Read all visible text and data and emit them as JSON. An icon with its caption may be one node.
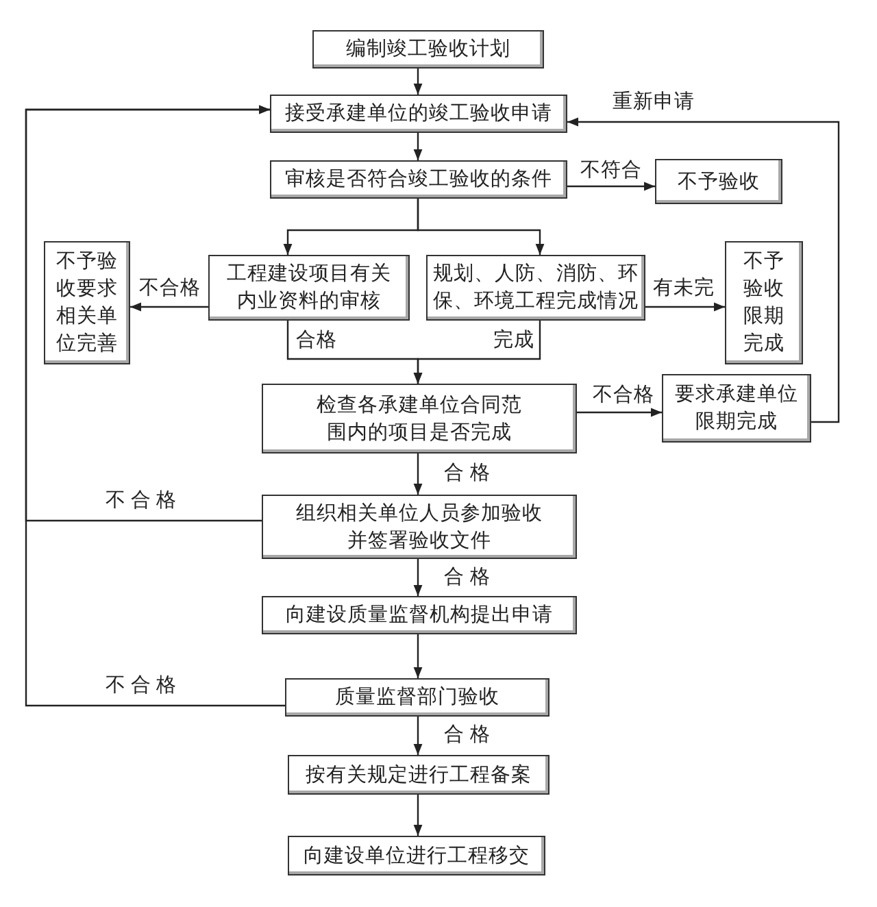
{
  "diagram": {
    "nodes": [
      {
        "text": [
          "编制竣工验收计划"
        ]
      },
      {
        "text": [
          "接受承建单位的竣工验收申请"
        ]
      },
      {
        "text": [
          "审核是否符合竣工验收的条件"
        ]
      },
      {
        "text": [
          "不予验收"
        ]
      },
      {
        "text": [
          "不予验收要求相关单位完善"
        ]
      },
      {
        "text": [
          "工程建设项目有关内业资料的审核"
        ]
      },
      {
        "text": [
          "规划、人防、消防、环保、环境工程完成情况"
        ]
      },
      {
        "text": [
          "不予验收限期完成"
        ]
      },
      {
        "text": [
          "检查各承建单位合同范围内的项目是否完成"
        ]
      },
      {
        "text": [
          "要求承建单位限期完成"
        ]
      },
      {
        "text": [
          "组织相关单位人员参加验收并签署验收文件"
        ]
      },
      {
        "text": [
          "向建设质量监督机构提出申请"
        ]
      },
      {
        "text": [
          "质量监督部门验收"
        ]
      },
      {
        "text": [
          "按有关规定进行工程备案"
        ]
      },
      {
        "text": [
          "向建设单位进行工程移交"
        ]
      }
    ],
    "edges": [
      {
        "from": 0,
        "to": 1,
        "arrow": "to"
      },
      {
        "from": 1,
        "to": 2,
        "arrow": "to"
      },
      {
        "from": 2,
        "to": 3,
        "arrow": "to",
        "label": "不符合"
      },
      {
        "from": 2,
        "to": 5,
        "arrow": "to"
      },
      {
        "from": 2,
        "to": 6,
        "arrow": "to"
      },
      {
        "from": 5,
        "to": 4,
        "arrow": "to",
        "label": "不合格"
      },
      {
        "from": 6,
        "to": 7,
        "arrow": "to",
        "label": "有未完"
      },
      {
        "from": 5,
        "to": 8,
        "arrow": "to",
        "label": "合格"
      },
      {
        "from": 6,
        "to": 8,
        "arrow": "to",
        "label": "完成"
      },
      {
        "from": 8,
        "to": 9,
        "arrow": "to",
        "label": "不合格"
      },
      {
        "from": 9,
        "to": 1,
        "arrow": "to",
        "label": "重新申请"
      },
      {
        "from": 8,
        "to": 10,
        "arrow": "to",
        "label": "合 格"
      },
      {
        "from": 10,
        "to": 1,
        "arrow": "to",
        "label": "不 合 格"
      },
      {
        "from": 10,
        "to": 11,
        "arrow": "to",
        "label": "合 格"
      },
      {
        "from": 11,
        "to": 12,
        "arrow": "to"
      },
      {
        "from": 12,
        "to": 1,
        "arrow": "to",
        "label": "不 合 格"
      },
      {
        "from": 12,
        "to": 13,
        "arrow": "to",
        "label": "合 格"
      },
      {
        "from": 13,
        "to": 14,
        "arrow": "to"
      }
    ]
  }
}
